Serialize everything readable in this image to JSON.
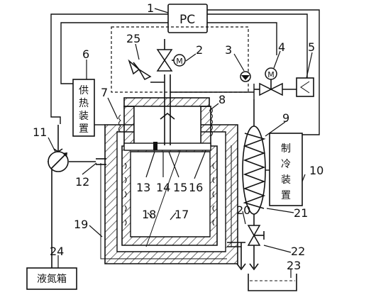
{
  "diagram": {
    "pc_label": "PC",
    "heater_label": [
      "供",
      "热",
      "装",
      "置"
    ],
    "cooler_label": [
      "制",
      "冷",
      "装",
      "置"
    ],
    "ln2_tank_label": "液氮箱",
    "motor_symbol": "M",
    "part_numbers": {
      "n1": "1",
      "n2": "2",
      "n3": "3",
      "n4": "4",
      "n5": "5",
      "n6": "6",
      "n7": "7",
      "n8": "8",
      "n9": "9",
      "n10": "10",
      "n11": "11",
      "n12": "12",
      "n13": "13",
      "n14": "14",
      "n15": "15",
      "n16": "16",
      "n17": "17",
      "n18": "18",
      "n19": "19",
      "n20": "20",
      "n21": "21",
      "n22": "22",
      "n23": "23",
      "n24": "24",
      "n25": "25"
    }
  }
}
